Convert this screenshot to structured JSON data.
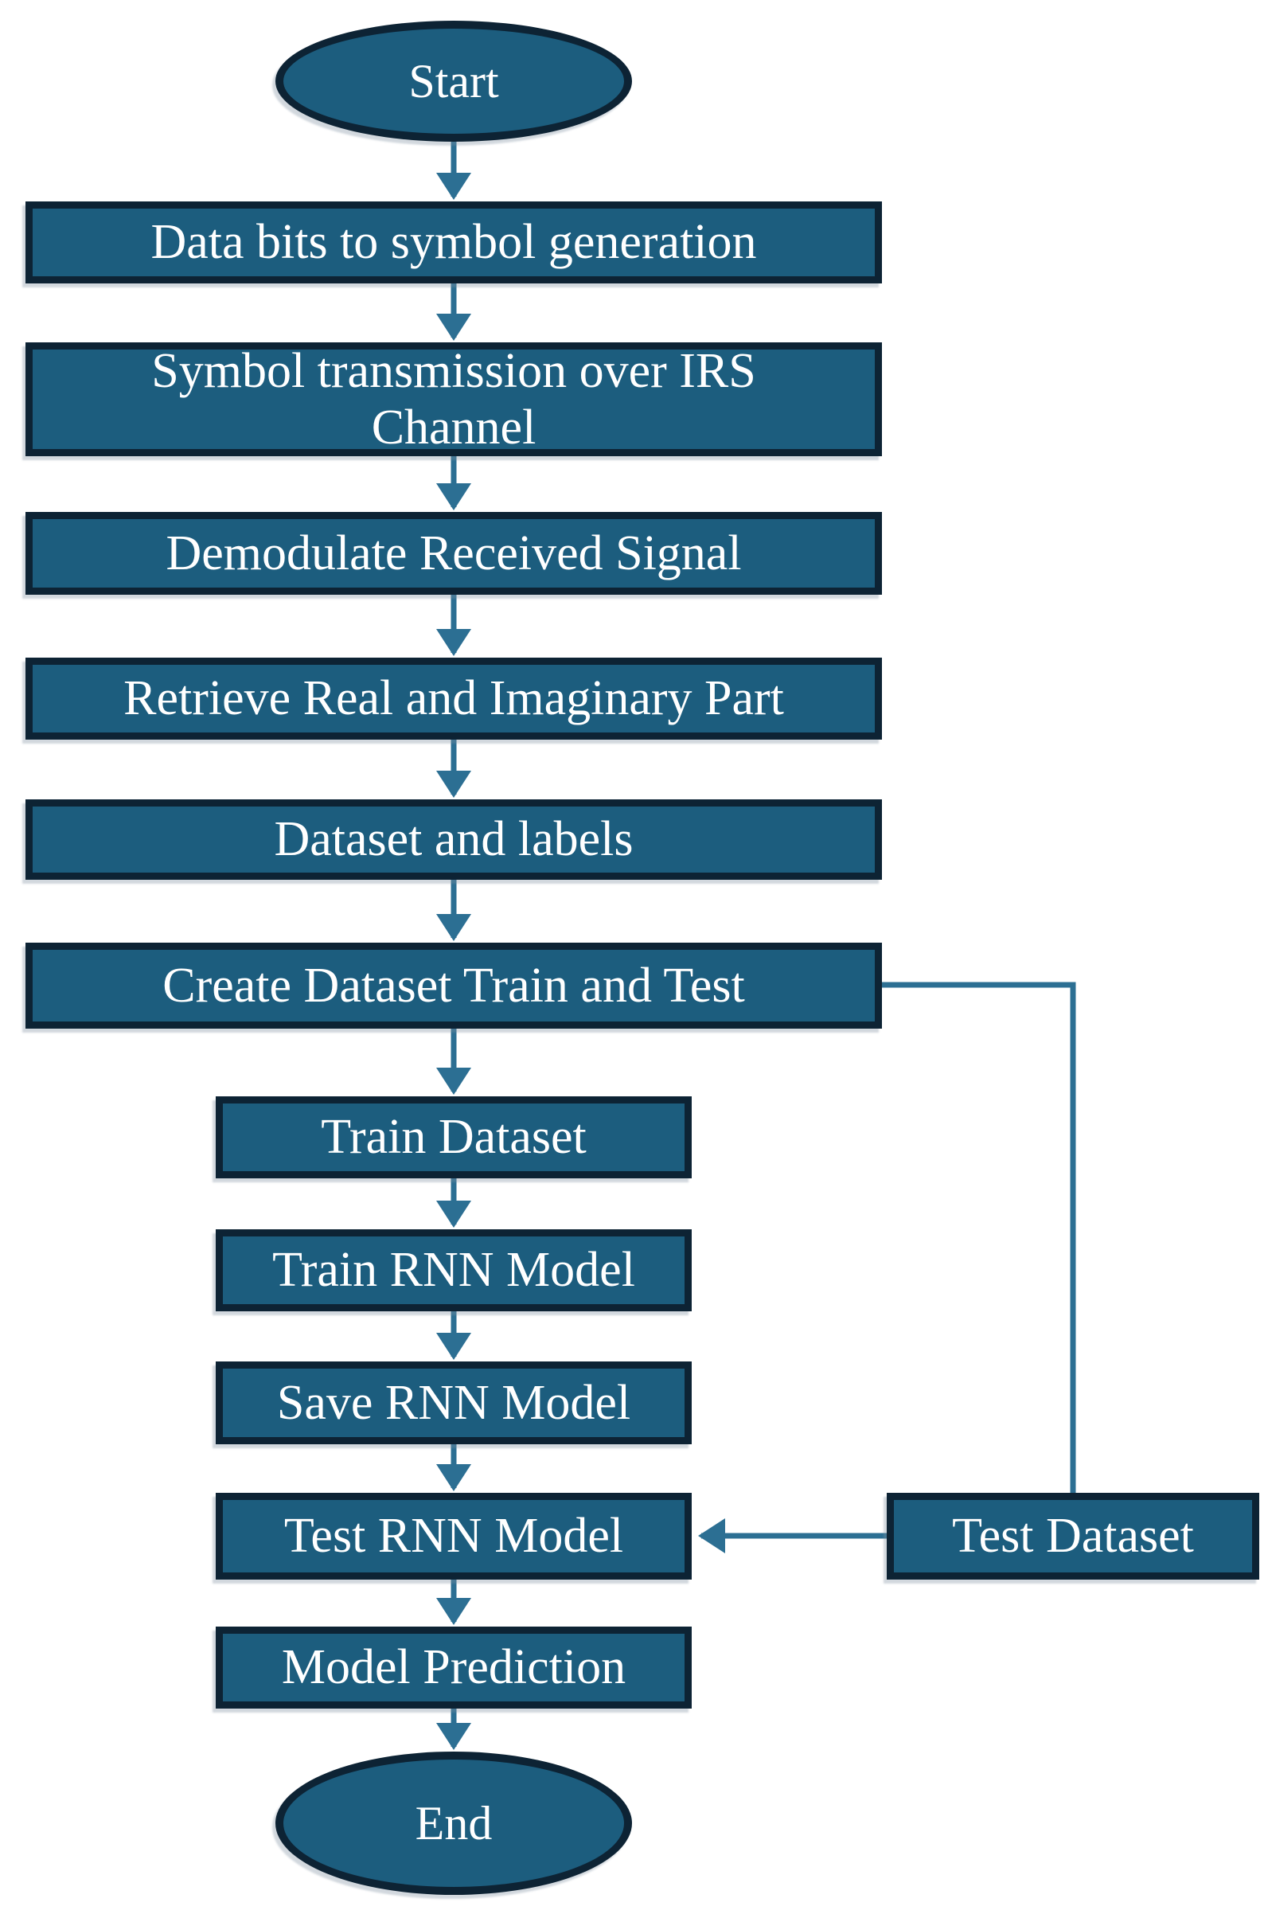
{
  "diagram": {
    "type": "flowchart",
    "colors": {
      "node_fill": "#1C5D7E",
      "node_border": "#0D2334",
      "connector": "#2C6F93",
      "text": "#FFFFFF",
      "background": "#FFFFFF"
    },
    "nodes": {
      "start": {
        "label": "Start",
        "shape": "terminator"
      },
      "data_bits": {
        "label": "Data bits to symbol generation",
        "shape": "process"
      },
      "symbol_transmission": {
        "label": "Symbol transmission over IRS\nChannel",
        "shape": "process"
      },
      "demodulate": {
        "label": "Demodulate Received Signal",
        "shape": "process"
      },
      "retrieve": {
        "label": "Retrieve Real and Imaginary Part",
        "shape": "process"
      },
      "dataset_labels": {
        "label": "Dataset and labels",
        "shape": "process"
      },
      "create_dataset": {
        "label": "Create Dataset Train and Test",
        "shape": "process"
      },
      "train_dataset": {
        "label": "Train Dataset",
        "shape": "process"
      },
      "train_rnn": {
        "label": "Train RNN Model",
        "shape": "process"
      },
      "save_rnn": {
        "label": "Save RNN Model",
        "shape": "process"
      },
      "test_rnn": {
        "label": "Test RNN Model",
        "shape": "process"
      },
      "model_prediction": {
        "label": "Model Prediction",
        "shape": "process"
      },
      "test_dataset": {
        "label": "Test Dataset",
        "shape": "process"
      },
      "end": {
        "label": "End",
        "shape": "terminator"
      }
    },
    "edges": [
      {
        "from": "start",
        "to": "data_bits"
      },
      {
        "from": "data_bits",
        "to": "symbol_transmission"
      },
      {
        "from": "symbol_transmission",
        "to": "demodulate"
      },
      {
        "from": "demodulate",
        "to": "retrieve"
      },
      {
        "from": "retrieve",
        "to": "dataset_labels"
      },
      {
        "from": "dataset_labels",
        "to": "create_dataset"
      },
      {
        "from": "create_dataset",
        "to": "train_dataset"
      },
      {
        "from": "train_dataset",
        "to": "train_rnn"
      },
      {
        "from": "train_rnn",
        "to": "save_rnn"
      },
      {
        "from": "save_rnn",
        "to": "test_rnn"
      },
      {
        "from": "test_rnn",
        "to": "model_prediction"
      },
      {
        "from": "model_prediction",
        "to": "end"
      },
      {
        "from": "create_dataset",
        "to": "test_dataset"
      },
      {
        "from": "test_dataset",
        "to": "test_rnn"
      }
    ]
  }
}
